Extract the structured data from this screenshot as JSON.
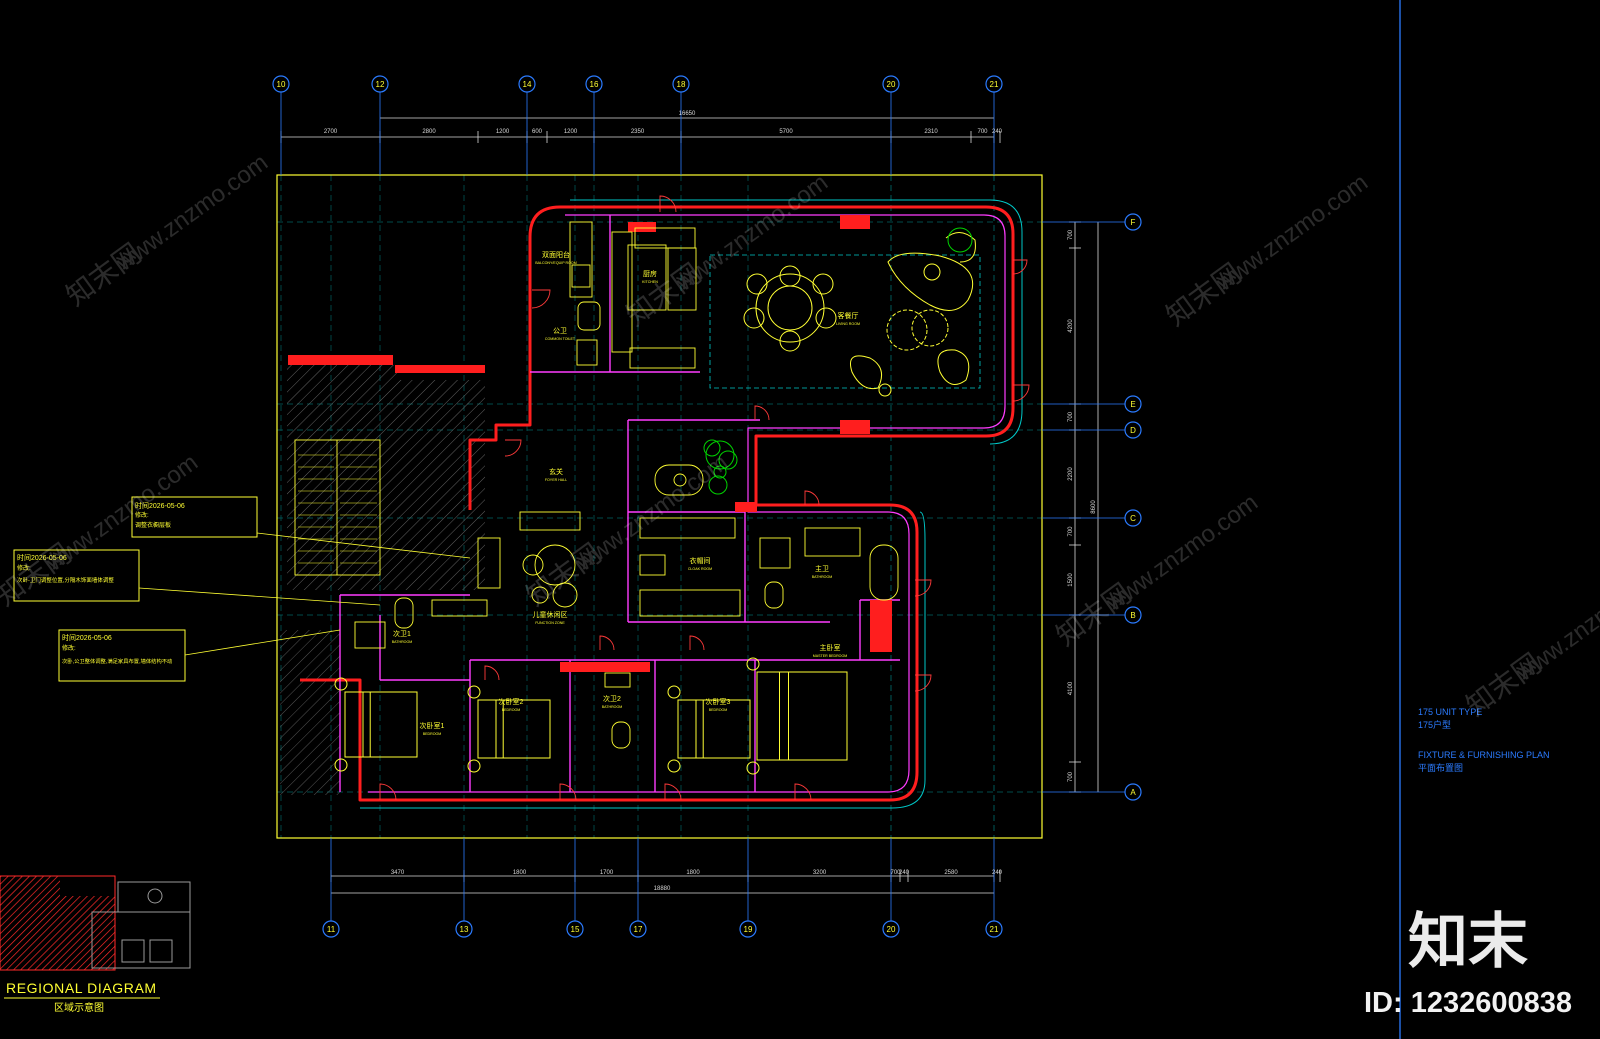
{
  "colors": {
    "background": "#000000",
    "wall": "#ff1e1e",
    "wall_inner": "#ff3cff",
    "furniture": "#ffff33",
    "dimension": "#d9d9d9",
    "grid": "#00c8c8",
    "axis_bubble": "#2b7bff",
    "plant": "#00d200",
    "note_box": "#ffff33",
    "title_text": "#2b7bff",
    "watermark": "#ffffff"
  },
  "axes": {
    "top": [
      "10",
      "12",
      "14",
      "16",
      "18",
      "20",
      "21"
    ],
    "bottom": [
      "11",
      "13",
      "15",
      "17",
      "19",
      "20",
      "21"
    ],
    "right": [
      "F",
      "E",
      "D",
      "C",
      "B",
      "A"
    ]
  },
  "dimensions": {
    "top_total": "16650",
    "top_segments": [
      "2700",
      "2800",
      "1200",
      "600",
      "1200",
      "2350",
      "5700",
      "2310",
      "700",
      "240"
    ],
    "bottom_total": "18880",
    "bottom_segments": [
      "3470",
      "1800",
      "1700",
      "1800",
      "3200",
      "700",
      "240",
      "2580",
      "240"
    ],
    "right_total": "8600",
    "right_segments": [
      "700",
      "4200",
      "700",
      "2200",
      "700",
      "1500",
      "4100",
      "700"
    ]
  },
  "rooms": [
    {
      "name": "双面阳台",
      "en": "BALCONY/EQUIP ROOM"
    },
    {
      "name": "厨房",
      "en": "KITCHEN"
    },
    {
      "name": "客餐厅",
      "en": "LIVING ROOM"
    },
    {
      "name": "公卫",
      "en": "COMMON TOILET"
    },
    {
      "name": "玄关",
      "en": "FOYER HALL"
    },
    {
      "name": "衣帽间",
      "en": "CLOAK ROOM"
    },
    {
      "name": "主卫",
      "en": "BATHROOM"
    },
    {
      "name": "儿童休闲区",
      "en": "FUNCTION ZONE"
    },
    {
      "name": "主卧室",
      "en": "MASTER BEDROOM"
    },
    {
      "name": "次卫1",
      "en": "BATHROOM"
    },
    {
      "name": "次卧室1",
      "en": "BEDROOM"
    },
    {
      "name": "次卧室2",
      "en": "BEDROOM"
    },
    {
      "name": "次卫2",
      "en": "BATHROOM"
    },
    {
      "name": "次卧室3",
      "en": "BEDROOM"
    }
  ],
  "notes": [
    {
      "date": "时间2026-05-06",
      "l1": "修改:",
      "l2": "调整衣橱层板"
    },
    {
      "date": "时间2026-05-06",
      "l1": "修改:",
      "l2": "次卧-卫门调整位置,分隔木饰面墙体调整"
    },
    {
      "date": "时间2026-05-06",
      "l1": "修改:",
      "l2": "次卧,公卫整体调整,满足家具布置,墙体结构不动"
    }
  ],
  "legend": {
    "title": "REGIONAL DIAGRAM",
    "subtitle": "区域示意图"
  },
  "title_block": {
    "type_en": "175 UNIT TYPE",
    "type_cn": "175户型",
    "plan_en": "FIXTURE & FURNISHING PLAN",
    "plan_cn": "平面布置图"
  },
  "brand": {
    "logo": "知末",
    "id": "ID: 1232600838",
    "watermark": "www.znzmo.com",
    "watermark_cn": "知末网"
  }
}
